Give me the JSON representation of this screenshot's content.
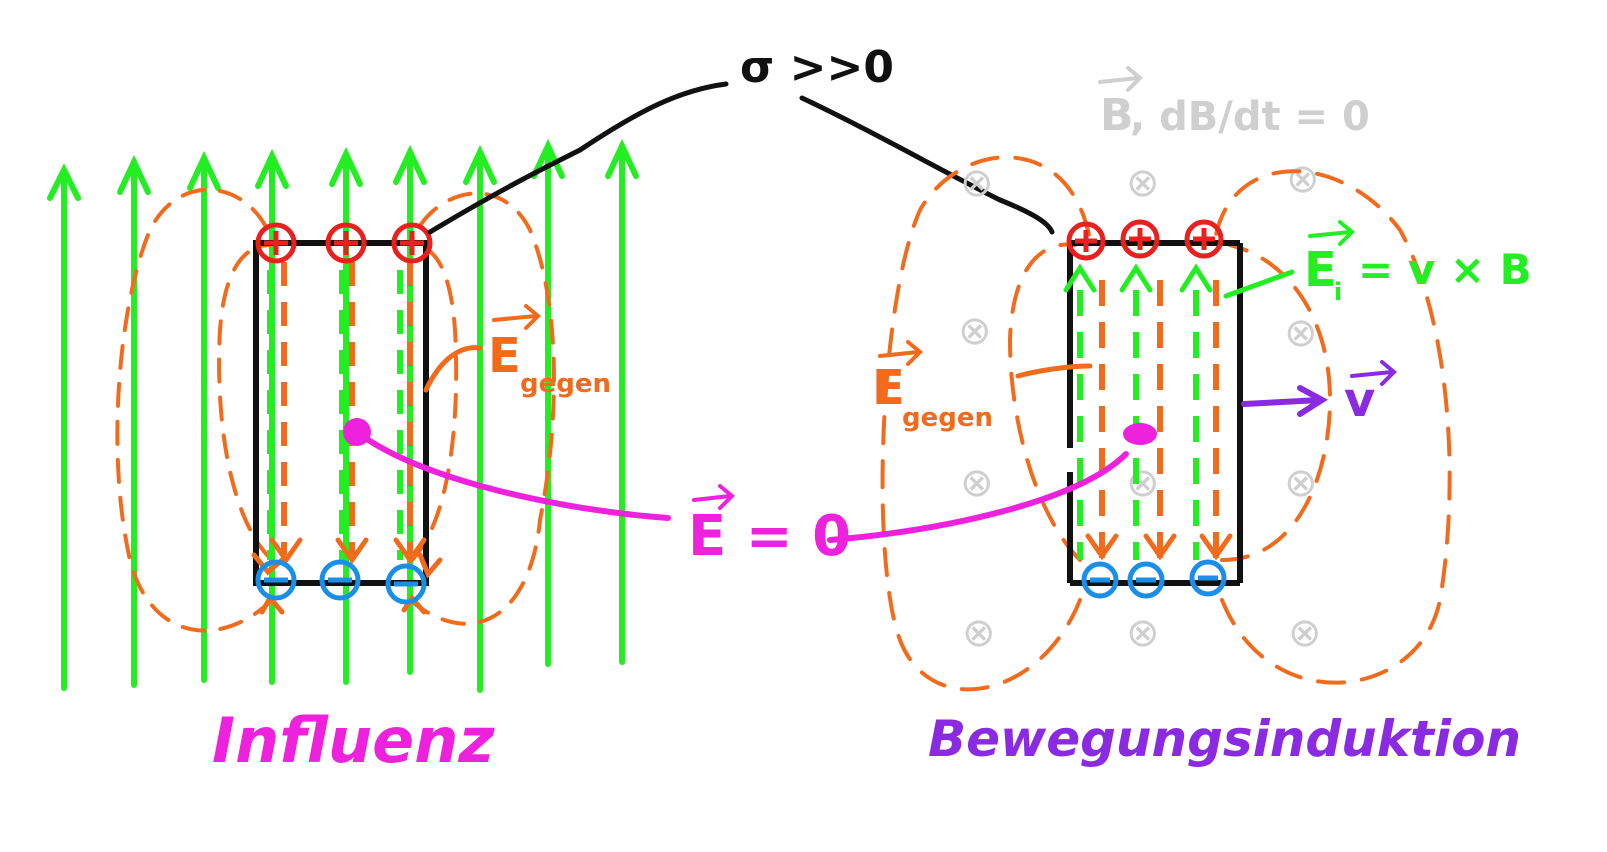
{
  "colors": {
    "field": "#22ee22",
    "orange": "#f26b1d",
    "positive": "#e8201e",
    "negative": "#1b8fe8",
    "magenta": "#ee22dd",
    "purple": "#8a2be2",
    "black": "#111111",
    "grey": "#cfcfcf"
  },
  "labels": {
    "sigma": "σ >>0",
    "left_title": "Influenz",
    "right_title": "Bewegungsinduktion",
    "e_zero": "E = 0",
    "e_gegen_E": "E",
    "e_gegen_sub": "gegen",
    "e_induced_E": "E",
    "e_induced_sub": "i",
    "e_induced_rhs": "= v × B",
    "velocity": "v",
    "b_field_B": "B",
    "b_field_rhs": ", dB/dt = 0",
    "plus": "+",
    "minus": "−",
    "cross_in": "⊗"
  }
}
